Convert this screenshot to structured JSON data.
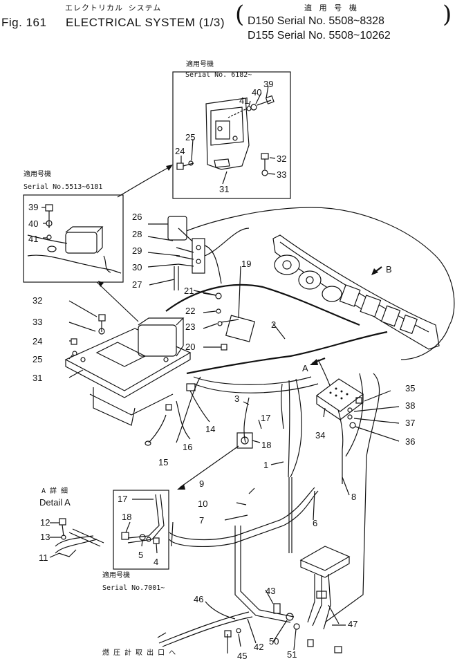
{
  "header": {
    "title_jp": "エレクトリカル システム",
    "fig_label": "Fig. 161",
    "title": "ELECTRICAL SYSTEM (1/3)",
    "applicable_jp": "適 用 号 機",
    "serial_1": "D150 Serial No. 5508~8328",
    "serial_2": "D155 Serial No. 5508~10262"
  },
  "insets": {
    "top": {
      "label_jp": "適用号機",
      "serial": "Serial No. 6182~"
    },
    "left": {
      "label_jp": "適用号機",
      "serial": "Serial No.5513~6181"
    },
    "bottom": {
      "label_jp": "適用号機",
      "serial": "Serial No.7001~"
    },
    "detail": {
      "label_jp": "A 詳 細",
      "label": "Detail A"
    }
  },
  "view_markers": {
    "a": "A",
    "b": "B"
  },
  "footer_jp": "燃 圧 計 取 出 口 へ",
  "part_numbers": {
    "p39a": "39",
    "p40a": "40",
    "p41a": "41",
    "p25a": "25",
    "p24a": "24",
    "p32a": "32",
    "p33a": "33",
    "p31a": "31",
    "p39b": "39",
    "p40b": "40",
    "p41b": "41",
    "p26": "26",
    "p28": "28",
    "p29": "29",
    "p30": "30",
    "p27": "27",
    "p19": "19",
    "p21": "21",
    "p22": "22",
    "p23": "23",
    "p20": "20",
    "p2": "2",
    "p32b": "32",
    "p33b": "33",
    "p24b": "24",
    "p25b": "25",
    "p31b": "31",
    "p3": "3",
    "p17a": "17",
    "p18a": "18",
    "p14": "14",
    "p15": "15",
    "p16": "16",
    "p35": "35",
    "p38": "38",
    "p37": "37",
    "p36": "36",
    "p34": "34",
    "p1": "1",
    "p8": "8",
    "p9": "9",
    "p10": "10",
    "p7": "7",
    "p6": "6",
    "p17b": "17",
    "p18b": "18",
    "p5": "5",
    "p4": "4",
    "p12": "12",
    "p13": "13",
    "p11": "11",
    "p46": "46",
    "p43": "43",
    "p47": "47",
    "p42": "42",
    "p45": "45",
    "p50": "50",
    "p51": "51"
  }
}
